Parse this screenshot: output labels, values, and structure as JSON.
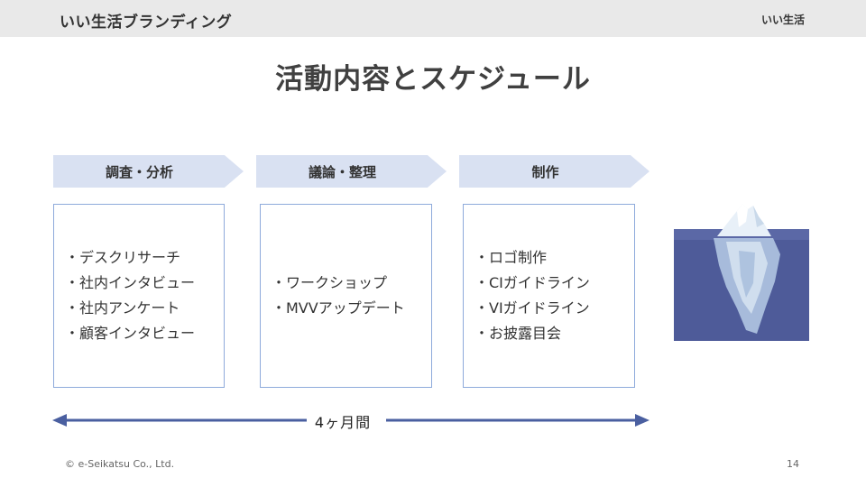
{
  "header": {
    "title": "いい生活ブランディング",
    "logo_text": "いい生活"
  },
  "page_title": "活動内容とスケジュール",
  "phases": [
    {
      "label": "調査・分析",
      "items": [
        "・デスクリサーチ",
        "・社内インタビュー",
        "・社内アンケート",
        "・顧客インタビュー"
      ]
    },
    {
      "label": "議論・整理",
      "items": [
        "・ワークショップ",
        "・MVVアップデート"
      ]
    },
    {
      "label": "制作",
      "items": [
        "・ロゴ制作",
        "・CIガイドライン",
        "・VIガイドライン",
        "・お披露目会"
      ]
    }
  ],
  "timeline": {
    "label": "4ヶ月間"
  },
  "footer": {
    "copyright": "© e-Seikatsu Co., Ltd.",
    "page_number": "14"
  },
  "colors": {
    "phase_fill": "#d9e1f2",
    "box_border": "#8eaadb",
    "arrow": "#4a5fa0",
    "water": "#4e5b99",
    "sky": "#d9e1f2"
  },
  "icons": {
    "illustration": "iceberg-image"
  }
}
